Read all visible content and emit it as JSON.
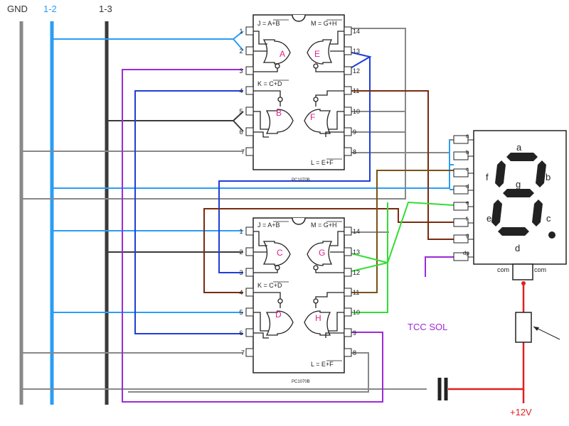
{
  "rails": {
    "gnd": "GND",
    "r12": "1-2",
    "r13": "1-3"
  },
  "chips": [
    {
      "part": "PC1070B",
      "eq_j": "J = A+B",
      "eq_k": "K = C+D",
      "eq_m": "M = G+H",
      "eq_l": "L = E+F",
      "gate_a": "A",
      "gate_b": "B",
      "gate_e": "E",
      "gate_f": "F",
      "pins_left": [
        "1",
        "2",
        "3",
        "4",
        "5",
        "6",
        "7"
      ],
      "pins_right": [
        "14",
        "13",
        "12",
        "11",
        "10",
        "9",
        "8"
      ]
    },
    {
      "part": "PC1070B",
      "eq_j": "J = A+B",
      "eq_k": "K = C+D",
      "eq_m": "M = G+H",
      "eq_l": "L = E+F",
      "gate_a": "C",
      "gate_b": "D",
      "gate_e": "G",
      "gate_f": "H",
      "pins_left": [
        "1",
        "2",
        "3",
        "4",
        "5",
        "6",
        "7"
      ],
      "pins_right": [
        "14",
        "13",
        "12",
        "11",
        "10",
        "9",
        "8"
      ]
    }
  ],
  "display": {
    "pins": [
      "a",
      "b",
      "c",
      "d",
      "e",
      "f",
      "g",
      "dp"
    ],
    "seg_a": "a",
    "seg_b": "b",
    "seg_c": "c",
    "seg_d": "d",
    "seg_e": "e",
    "seg_f": "f",
    "seg_g": "g",
    "com_left": "com",
    "com_right": "com"
  },
  "tcc_label": "TCC SOL",
  "supply_label": "+12V",
  "colors": {
    "gnd": "#888888",
    "r12": "#2a9df4",
    "r13": "#3a3a3a",
    "blue": "#1f3fd6",
    "purple": "#9b2bd8",
    "brown": "#7a2a10",
    "bronze": "#7a5216",
    "green": "#33dd33",
    "red": "#e02020",
    "magenta": "#e0208a"
  }
}
